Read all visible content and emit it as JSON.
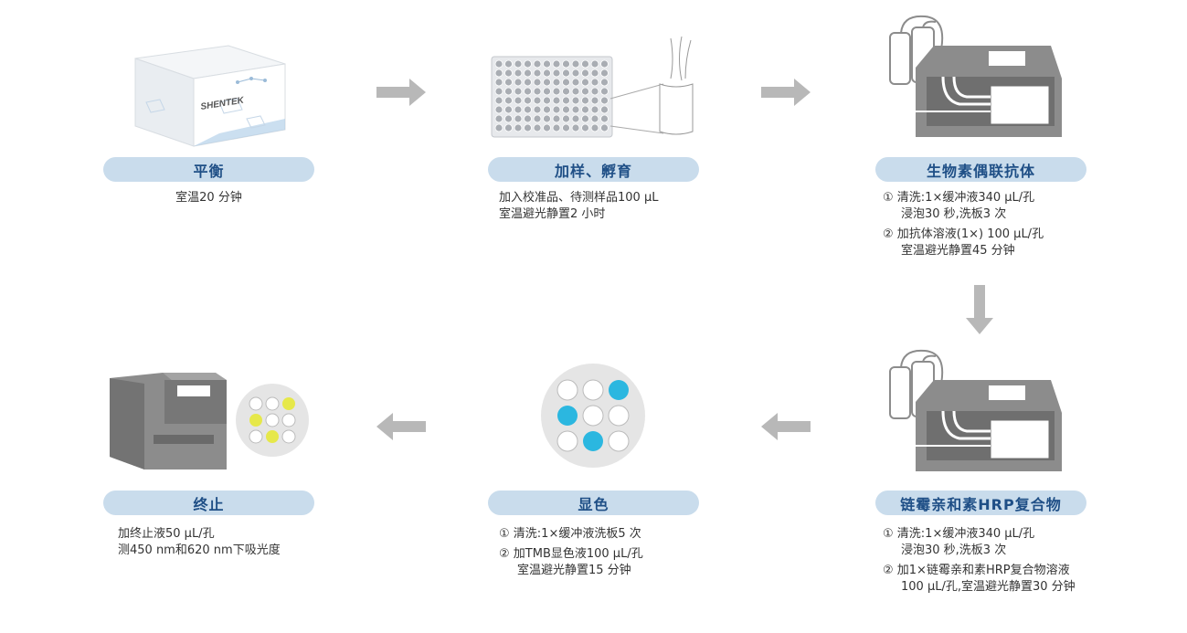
{
  "steps": [
    {
      "title": "平衡",
      "lines": [
        "室温20 分钟"
      ]
    },
    {
      "title": "加样、孵育",
      "lines": [
        "加入校准品、待测样品100 μL",
        "室温避光静置2 小时"
      ]
    },
    {
      "title": "生物素偶联抗体",
      "lines": [
        "① 清洗:1×缓冲液340 μL/孔",
        "浸泡30 秒,洗板3 次",
        "② 加抗体溶液(1×) 100 μL/孔",
        "室温避光静置45 分钟"
      ]
    },
    {
      "title": "链霉亲和素HRP复合物",
      "lines": [
        "① 清洗:1×缓冲液340 μL/孔",
        "浸泡30 秒,洗板3 次",
        "② 加1×链霉亲和素HRP复合物溶液",
        "100 μL/孔,室温避光静置30 分钟"
      ]
    },
    {
      "title": "显色",
      "lines": [
        "① 清洗:1×缓冲液洗板5 次",
        "② 加TMB显色液100 μL/孔",
        "室温避光静置15 分钟"
      ]
    },
    {
      "title": "终止",
      "lines": [
        "加终止液50 μL/孔",
        "测450 nm和620 nm下吸光度"
      ]
    }
  ],
  "kit_brand": "SHENTEK",
  "colors": {
    "pill_bg": "#c9dcec",
    "pill_text": "#1f4f86",
    "arrow": "#b8b8b8",
    "device": "#8c8c8c",
    "blue_dot": "#2bb7e0",
    "yellow_dot": "#e6e84a"
  }
}
